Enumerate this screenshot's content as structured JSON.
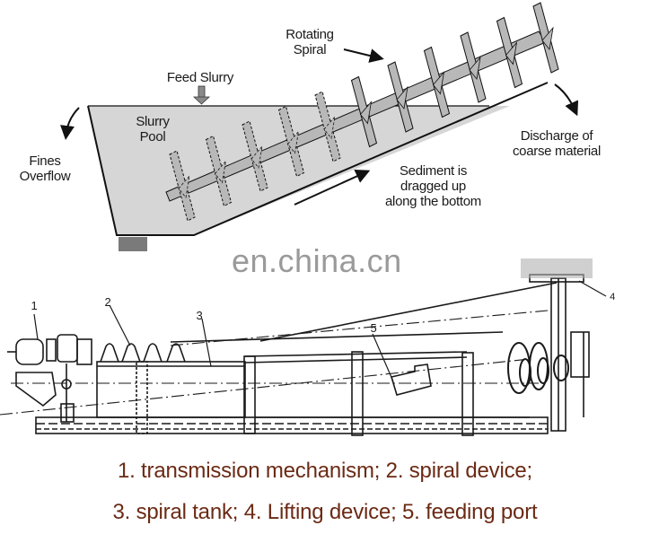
{
  "top_diagram": {
    "labels": {
      "rotating_spiral": [
        "Rotating",
        "Spiral"
      ],
      "feed_slurry": "Feed Slurry",
      "slurry_pool": [
        "Slurry",
        "Pool"
      ],
      "fines_overflow": [
        "Fines",
        "Overflow"
      ],
      "discharge": [
        "Discharge of",
        "coarse material"
      ],
      "sediment": [
        "Sediment is",
        "dragged up",
        "along the bottom"
      ]
    },
    "colors": {
      "pool_fill": "#d4d4d4",
      "spiral_fill": "#b8b8b8",
      "line": "#111111"
    }
  },
  "watermark": "en.china.cn",
  "bottom_diagram": {
    "callouts": [
      "1",
      "2",
      "3",
      "4",
      "5"
    ]
  },
  "legend": {
    "line1": "1. transmission mechanism; 2. spiral device;",
    "line2": "3. spiral tank; 4. Lifting device; 5. feeding port",
    "color": "#6b2a14"
  }
}
